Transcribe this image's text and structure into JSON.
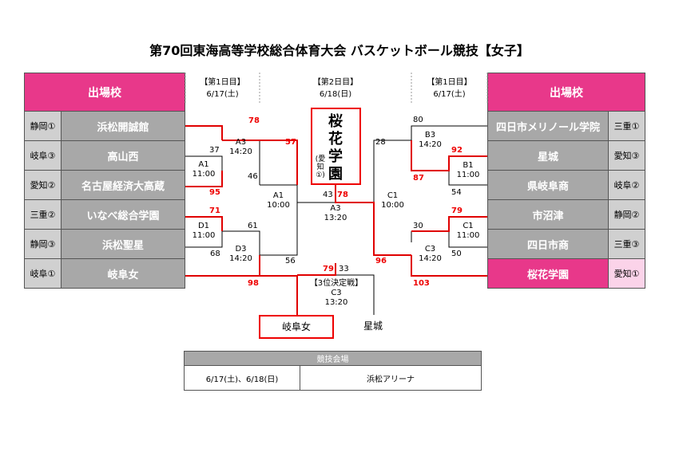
{
  "title": "第70回東海高等学校総合体育大会 バスケットボール競技【女子】",
  "left": {
    "header": "出場校",
    "teams": [
      {
        "pref": "静岡①",
        "school": "浜松開誠館"
      },
      {
        "pref": "岐阜③",
        "school": "高山西"
      },
      {
        "pref": "愛知②",
        "school": "名古屋経済大高蔵"
      },
      {
        "pref": "三重②",
        "school": "いなべ総合学園"
      },
      {
        "pref": "静岡③",
        "school": "浜松聖星"
      },
      {
        "pref": "岐阜①",
        "school": "岐阜女"
      }
    ]
  },
  "right": {
    "header": "出場校",
    "teams": [
      {
        "school": "四日市メリノール学院",
        "pref": "三重①"
      },
      {
        "school": "星城",
        "pref": "愛知③"
      },
      {
        "school": "県岐阜商",
        "pref": "岐阜②"
      },
      {
        "school": "市沼津",
        "pref": "静岡②"
      },
      {
        "school": "四日市商",
        "pref": "三重③"
      },
      {
        "school": "桜花学園",
        "pref": "愛知①"
      }
    ]
  },
  "dates": {
    "left_day": "【第1日目】",
    "left_date": "6/17(土)",
    "center_day": "【第2日目】",
    "center_date": "6/18(日)",
    "right_day": "【第1日目】",
    "right_date": "6/17(土)"
  },
  "champion": {
    "name": "桜花学園",
    "pref": "(愛知①)"
  },
  "games": {
    "A1_left": {
      "code": "A1",
      "time": "11:00",
      "top": "37",
      "bottom": "46"
    },
    "A3": {
      "code": "A3",
      "time": "14:20",
      "top": "78",
      "bottom": "95"
    },
    "D1": {
      "code": "D1",
      "time": "11:00",
      "top": "71",
      "bottom": "68"
    },
    "D3": {
      "code": "D3",
      "time": "14:20",
      "top": "61",
      "bottom": "98"
    },
    "A1_semi": {
      "code": "A1",
      "time": "10:00",
      "top": "57",
      "bottom": "56"
    },
    "final": {
      "code": "A3",
      "time": "13:20",
      "left": "43",
      "right": "78"
    },
    "C1_semi": {
      "code": "C1",
      "time": "10:00",
      "top": "28",
      "bottom": "96"
    },
    "B3": {
      "code": "B3",
      "time": "14:20",
      "top": "80",
      "bottom": "87"
    },
    "B1": {
      "code": "B1",
      "time": "11:00",
      "top": "92",
      "bottom": "54"
    },
    "C3": {
      "code": "C3",
      "time": "14:20",
      "top": "30",
      "bottom": "103"
    },
    "C1_right": {
      "code": "C1",
      "time": "11:00",
      "top": "79",
      "bottom": "50"
    },
    "third": {
      "label": "【3位決定戦】",
      "code": "C3",
      "time": "13:20",
      "left": "79",
      "right": "33",
      "winner": "岐阜女",
      "loser": "星城"
    }
  },
  "venue": {
    "header": "競技会場",
    "dates": "6/17(土)、6/18(日)",
    "place": "浜松アリーナ"
  },
  "colors": {
    "accent": "#e8388a",
    "win_line": "#e00000",
    "grey": "#a8a8a8"
  }
}
